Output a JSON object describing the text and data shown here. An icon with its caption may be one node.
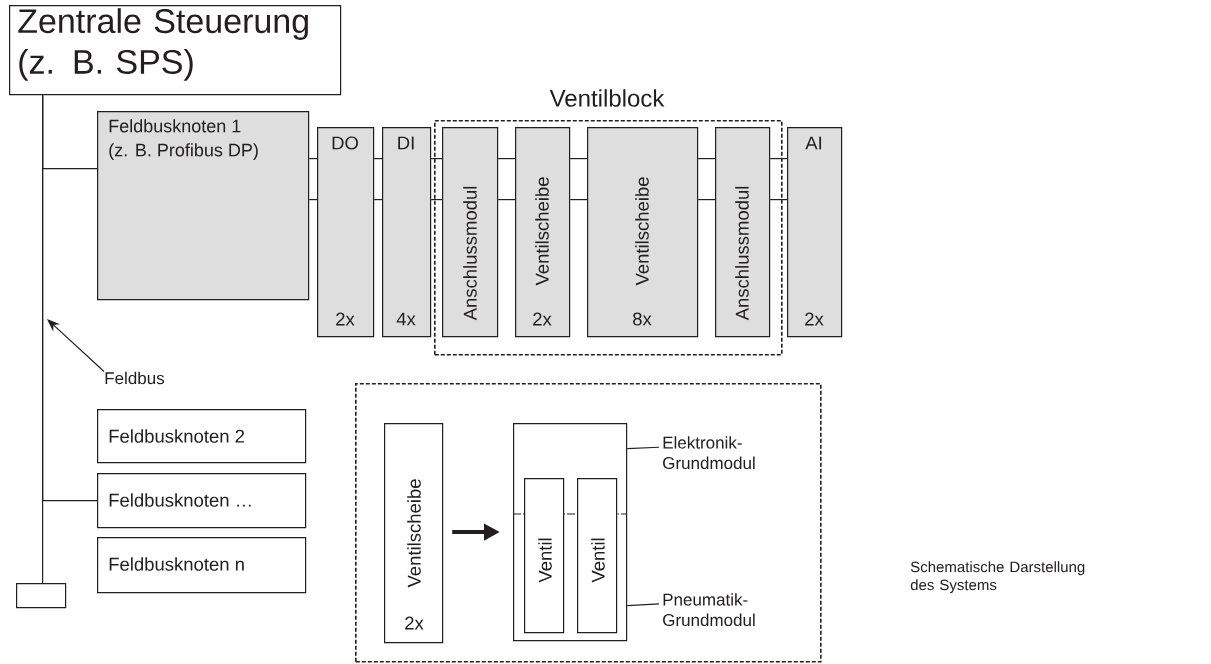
{
  "diagram": {
    "caption": "Schematische Darstellung des Systems",
    "nodes": [
      {
        "text": [
          "Zentrale Steuerung (z. B. SPS)"
        ]
      },
      {
        "text": [
          "Feldbusknoten 1",
          "(z. B. Profibus DP)"
        ]
      },
      {
        "text": [
          "DO",
          "2x"
        ]
      },
      {
        "text": [
          "DI",
          "4x"
        ]
      },
      {
        "text": [
          "Ventilblock"
        ]
      },
      {
        "text": [
          "Anschlussmodul"
        ],
        "in": 4
      },
      {
        "text": [
          "Ventilscheibe",
          "2x"
        ],
        "in": 4
      },
      {
        "text": [
          "Ventilscheibe",
          "8x"
        ],
        "in": 4
      },
      {
        "text": [
          "Anschlussmodul"
        ],
        "in": 4
      },
      {
        "text": [
          "AI",
          "2x"
        ]
      },
      {
        "text": [
          "Feldbus"
        ]
      },
      {
        "text": [
          "Feldbusknoten 2"
        ]
      },
      {
        "text": [
          "Feldbusknoten …"
        ]
      },
      {
        "text": [
          "Feldbusknoten n"
        ]
      },
      {
        "text": [],
        "shape": "box"
      },
      {
        "text": [],
        "shape": "box"
      },
      {
        "text": [
          "Ventilscheibe",
          "2x"
        ],
        "in": 15
      },
      {
        "text": [],
        "shape": "box",
        "in": 15
      },
      {
        "text": [
          "Ventil"
        ],
        "in": 17
      },
      {
        "text": [
          "Ventil"
        ],
        "in": 17
      },
      {
        "text": [
          "Elektronik- Grundmodul"
        ],
        "in": 15
      },
      {
        "text": [
          "Pneumatik- Grundmodul"
        ],
        "in": 15
      }
    ],
    "edges": [
      {
        "from": 0,
        "to": 1,
        "arrow": "none"
      },
      {
        "from": 0,
        "to": 12,
        "arrow": "none"
      },
      {
        "from": 0,
        "to": 14,
        "arrow": "none"
      },
      {
        "from": 1,
        "to": 2,
        "arrow": "none"
      },
      {
        "from": 1,
        "to": 2,
        "arrow": "none"
      },
      {
        "from": 2,
        "to": 3,
        "arrow": "none"
      },
      {
        "from": 2,
        "to": 3,
        "arrow": "none"
      },
      {
        "from": 3,
        "to": 5,
        "arrow": "none"
      },
      {
        "from": 3,
        "to": 5,
        "arrow": "none"
      },
      {
        "from": 5,
        "to": 6,
        "arrow": "none"
      },
      {
        "from": 5,
        "to": 6,
        "arrow": "none"
      },
      {
        "from": 6,
        "to": 7,
        "arrow": "none"
      },
      {
        "from": 6,
        "to": 7,
        "arrow": "none"
      },
      {
        "from": 7,
        "to": 8,
        "arrow": "none"
      },
      {
        "from": 7,
        "to": 8,
        "arrow": "none"
      },
      {
        "from": 8,
        "to": 9,
        "arrow": "none"
      },
      {
        "from": 8,
        "to": 9,
        "arrow": "none"
      },
      {
        "from": 16,
        "to": 17,
        "arrow": "to",
        "style": "thick"
      },
      {
        "from": 10,
        "to": null,
        "arrow": "to"
      },
      {
        "from": 20,
        "to": 17,
        "arrow": "none"
      },
      {
        "from": 21,
        "to": 17,
        "arrow": "none"
      }
    ]
  }
}
